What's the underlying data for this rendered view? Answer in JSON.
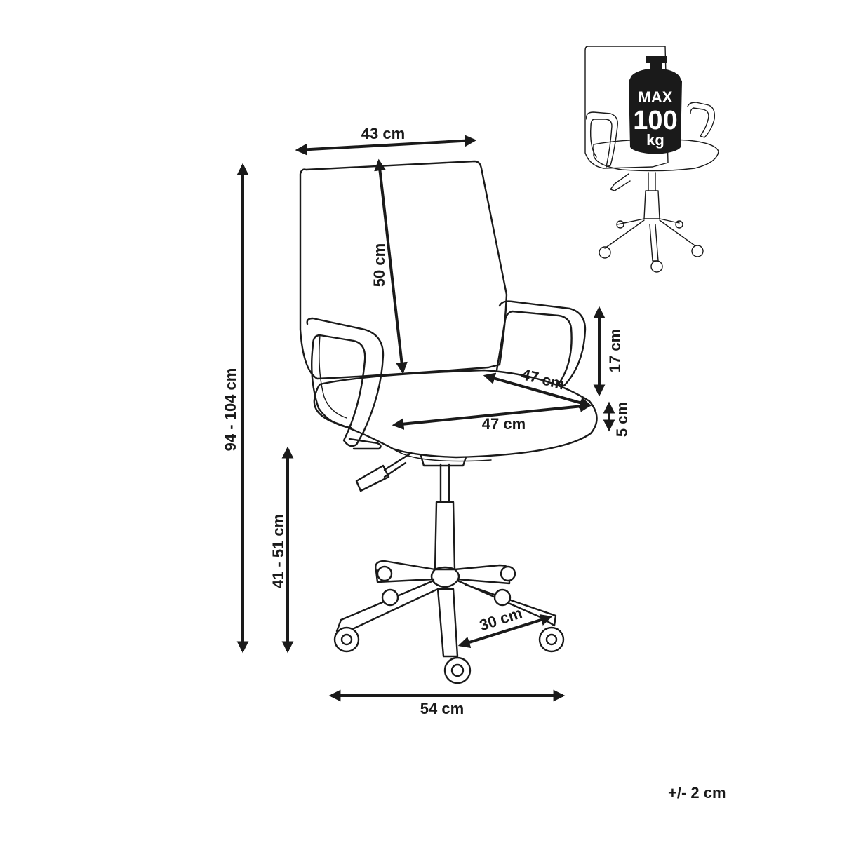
{
  "dimensions": {
    "width_back": "43 cm",
    "height_back": "50 cm",
    "armrest_height": "17 cm",
    "seat_depth": "47 cm",
    "seat_width": "47 cm",
    "seat_thickness": "5 cm",
    "total_height": "94 - 104 cm",
    "seat_height": "41 - 51 cm",
    "base_radius": "30 cm",
    "base_width": "54 cm"
  },
  "max_load": {
    "label": "MAX",
    "value": "100",
    "unit": "kg"
  },
  "tolerance": "+/- 2 cm",
  "colors": {
    "line": "#1a1a1a",
    "background": "#ffffff"
  }
}
